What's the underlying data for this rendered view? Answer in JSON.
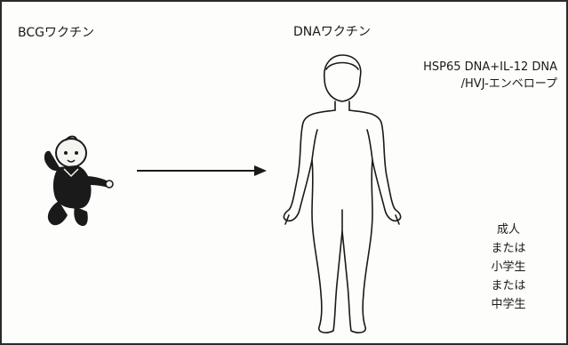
{
  "labels": {
    "bcg_vaccine": "BCGワクチン",
    "dna_vaccine": "DNAワクチン"
  },
  "construct": {
    "lines": [
      "HSP65 DNA+IL-12 DNA",
      "/HVJ-エンベロープ"
    ]
  },
  "recipients": [
    "成人",
    "または",
    "小学生",
    "または",
    "中学生"
  ],
  "icons": {
    "infant": "infant-figure-icon",
    "arrow": "right-arrow-icon",
    "human": "adult-human-outline-icon"
  },
  "colors": {
    "ink": "#1a1a1a",
    "background": "#fdfdfb"
  }
}
